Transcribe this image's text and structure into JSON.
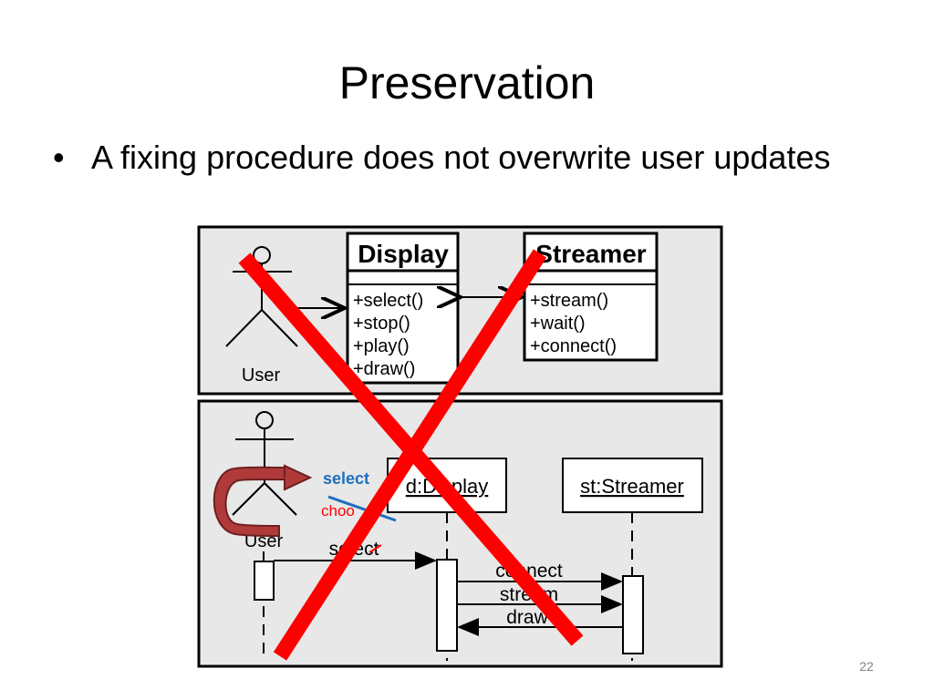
{
  "slide": {
    "title": "Preservation",
    "bullet": "A fixing procedure does not overwrite user updates",
    "page_number": "22"
  },
  "class_diagram": {
    "actor_label": "User",
    "display_class": {
      "name": "Display",
      "methods": [
        "+select()",
        "+stop()",
        "+play()",
        "+draw()"
      ]
    },
    "streamer_class": {
      "name": "Streamer",
      "methods": [
        "+stream()",
        "+wait()",
        "+connect()"
      ]
    }
  },
  "sequence_diagram": {
    "actor_label": "User",
    "display_lifeline": "d:Display",
    "streamer_lifeline": "st:Streamer",
    "messages": {
      "user_to_display": "select",
      "connect": "connect",
      "stream": "stream",
      "draw": "draw"
    },
    "annotation_new": "select",
    "annotation_old": "choo"
  },
  "colors": {
    "panel_bg": "#e8e8e8",
    "cross": "#ff0000",
    "arrow_fill": "#b03a3a",
    "annotation_blue": "#1f6fbf",
    "annotation_red": "#ff0000"
  }
}
